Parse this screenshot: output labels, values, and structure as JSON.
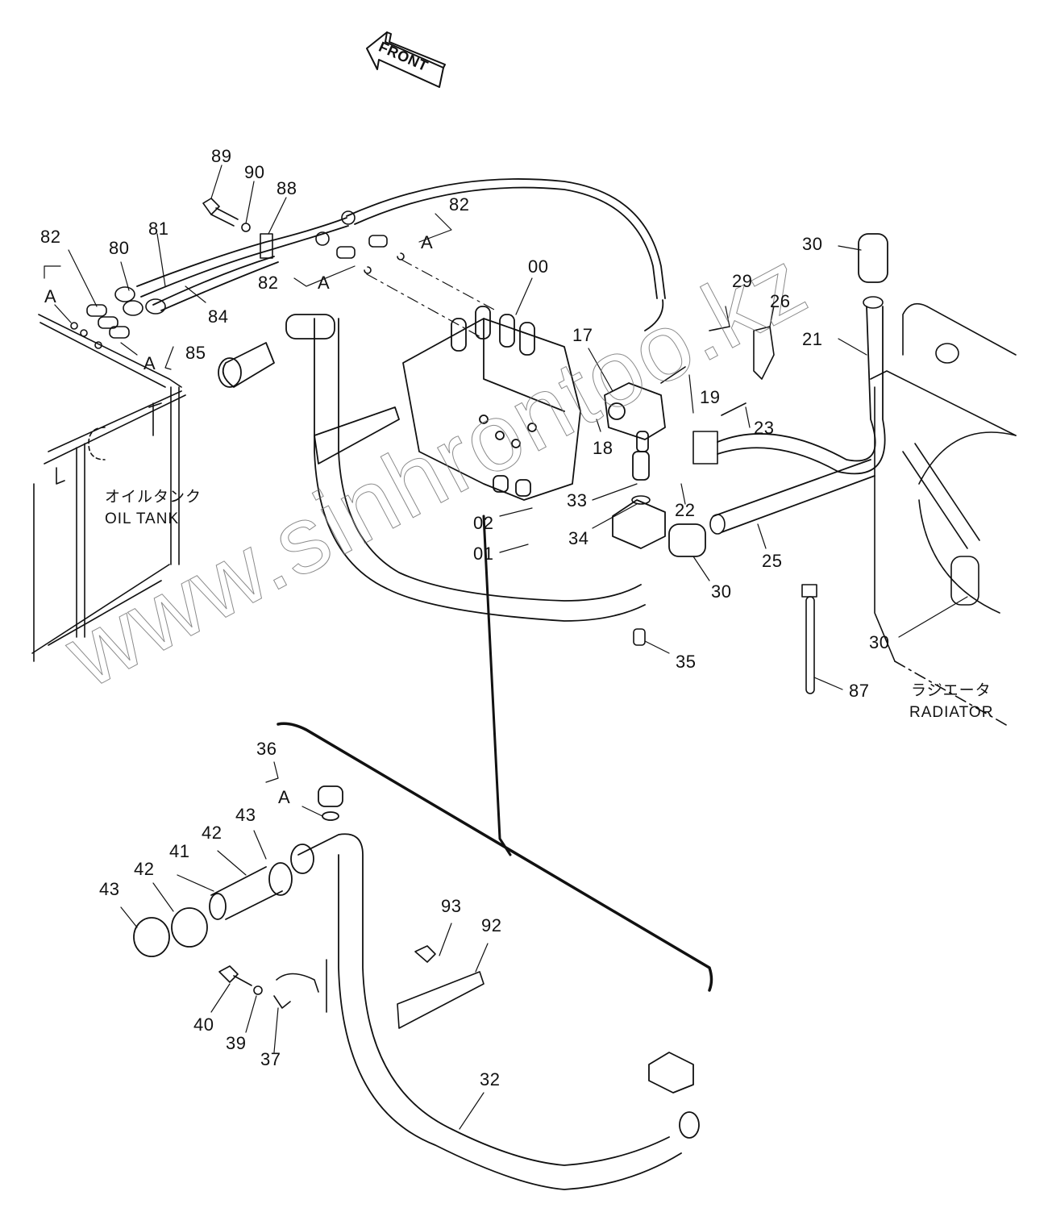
{
  "diagram": {
    "type": "exploded parts diagram",
    "front_arrow_label": "FRONT",
    "watermark": "www.sinhrontoo.kz",
    "captions": {
      "oil_tank_jp": "オイルタンク",
      "oil_tank_en": "OIL TANK",
      "radiator_jp": "ラジエータ",
      "radiator_en": "RADIATOR"
    },
    "group_marker": "A",
    "part_labels": [
      "89",
      "90",
      "88",
      "81",
      "82",
      "80",
      "84",
      "85",
      "82",
      "82",
      "00",
      "17",
      "19",
      "18",
      "29",
      "26",
      "21",
      "30",
      "23",
      "22",
      "25",
      "33",
      "34",
      "02",
      "01",
      "30",
      "35",
      "30",
      "87",
      "36",
      "43",
      "42",
      "41",
      "42",
      "43",
      "93",
      "92",
      "40",
      "39",
      "37",
      "32"
    ]
  }
}
